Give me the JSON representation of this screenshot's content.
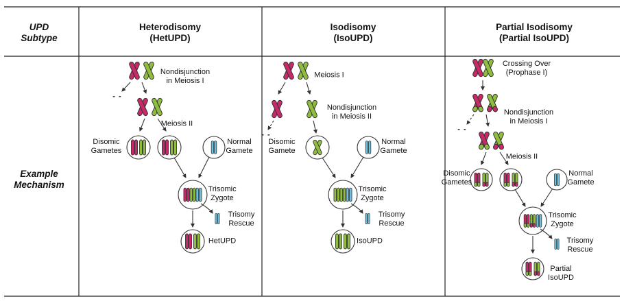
{
  "colors": {
    "maternal": "#c62a69",
    "paternal": "#8fbe3f",
    "rescue": "#6fc0dc",
    "outline": "#333333"
  },
  "header": {
    "corner": "UPD\nSubtype",
    "columns": [
      "Heterodisomy\n(HetUPD)",
      "Isodisomy\n(IsoUPD)",
      "Partial Isodisomy\n(Partial IsoUPD)"
    ]
  },
  "row_label": "Example\nMechanism",
  "mechanisms": {
    "het": {
      "nondisjunction": "Nondisjunction\nin Meiosis I",
      "meiosis2": "Meiosis II",
      "disomic": "Disomic\nGametes",
      "normal": "Normal\nGamete",
      "zygote": "Trisomic\nZygote",
      "rescue": "Trisomy\nRescue",
      "result": "HetUPD",
      "lost": "- -"
    },
    "iso": {
      "meiosis1": "Meiosis I",
      "nondisjunction": "Nondisjunction\nin Meiosis II",
      "disomic": "Disomic\nGamete",
      "normal": "Normal\nGamete",
      "zygote": "Trisomic\nZygote",
      "rescue": "Trisomy\nRescue",
      "result": "IsoUPD",
      "lost": "- -"
    },
    "partial": {
      "crossing": "Crossing Over\n(Prophase I)",
      "nondisjunction": "Nondisjunction\nin Meiosis I",
      "meiosis2": "Meiosis II",
      "disomic": "Disomic\nGametes",
      "normal": "Normal\nGamete",
      "zygote": "Trisomic\nZygote",
      "rescue": "Trisomy\nRescue",
      "result": "Partial\nIsoUPD",
      "lost": "- -"
    }
  }
}
